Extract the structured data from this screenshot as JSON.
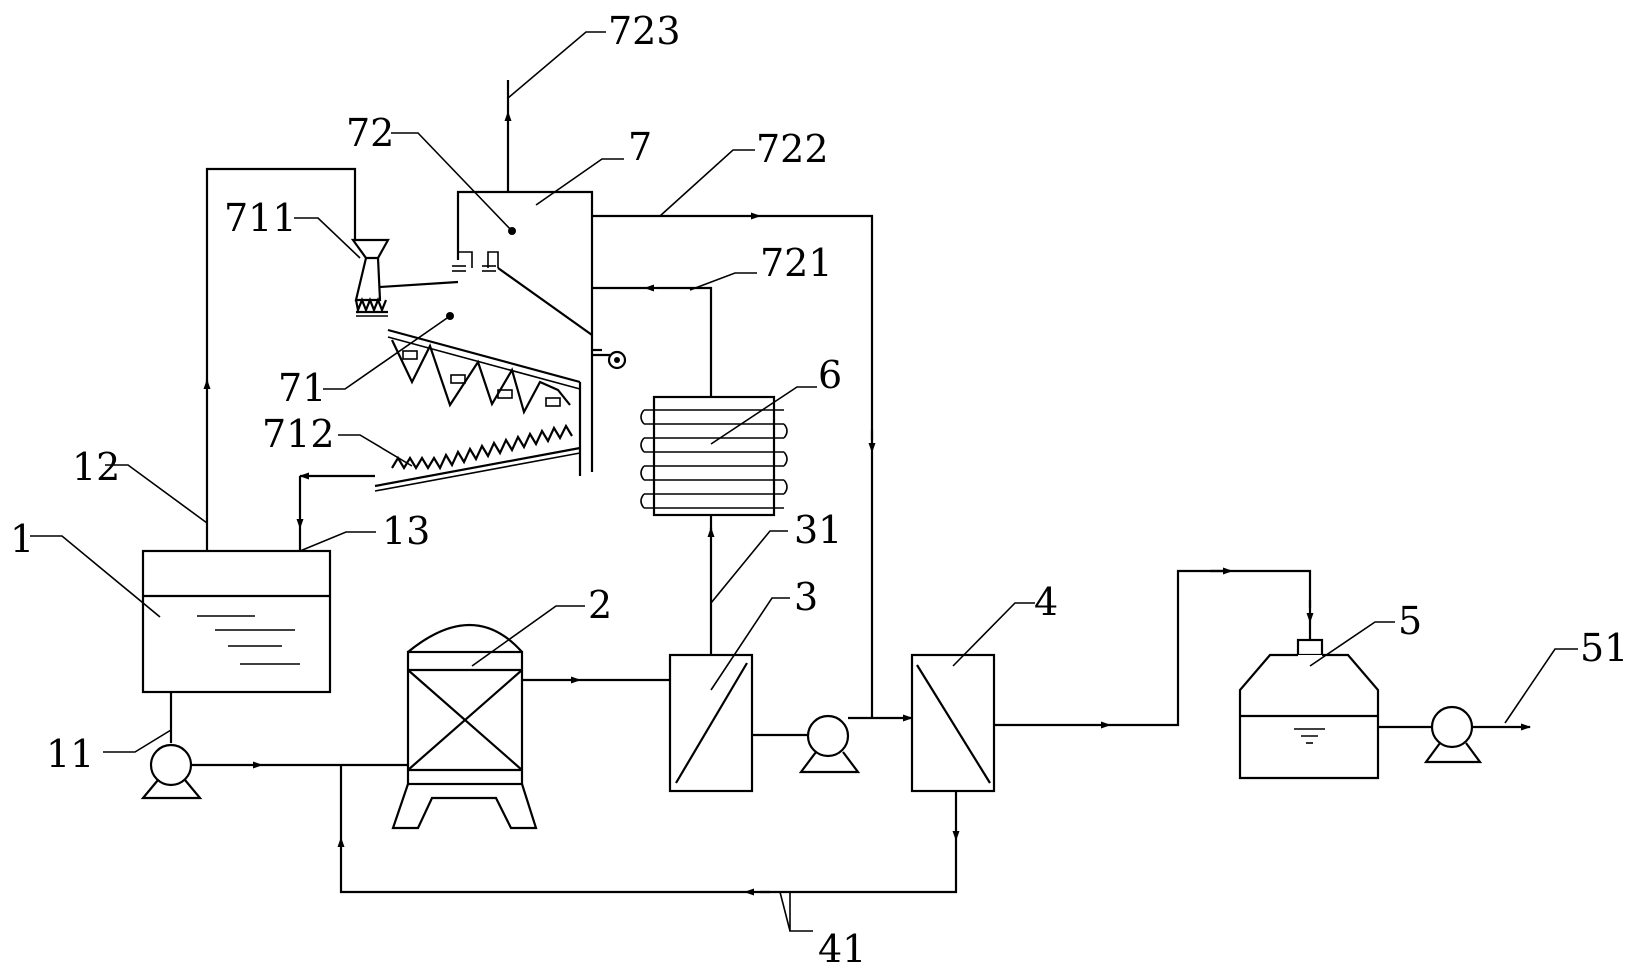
{
  "labels": {
    "l1": "1",
    "l2": "2",
    "l3": "3",
    "l4": "4",
    "l5": "5",
    "l6": "6",
    "l7": "7",
    "l11": "11",
    "l12": "12",
    "l13": "13",
    "l31": "31",
    "l41": "41",
    "l51": "51",
    "l71": "71",
    "l72": "72",
    "l711": "711",
    "l712": "712",
    "l721": "721",
    "l722": "722",
    "l723": "723"
  }
}
